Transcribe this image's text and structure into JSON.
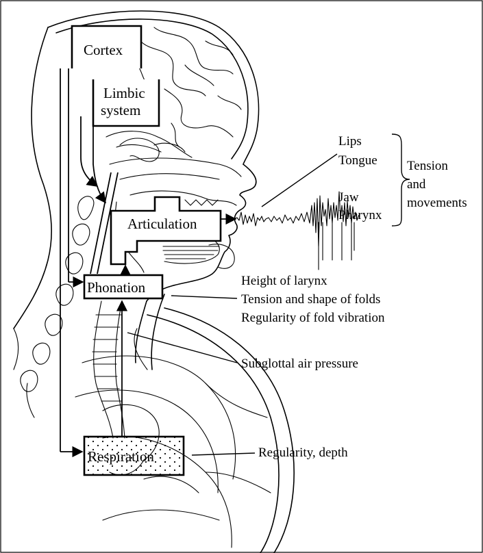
{
  "boxes": {
    "cortex": "Cortex",
    "limbic_line1": "Limbic",
    "limbic_line2": "system",
    "articulation": "Articulation",
    "phonation": "Phonation",
    "respiration": "Respiration"
  },
  "articulation_labels": {
    "lips": "Lips",
    "tongue": "Tongue",
    "jaw": "Jaw",
    "pharynx": "Pharynx"
  },
  "bracket_label": {
    "line1": "Tension",
    "line2": "and",
    "line3": "movements"
  },
  "phonation_labels": {
    "line1": "Height of larynx",
    "line2": "Tension and shape of folds",
    "line3": "Regularity of fold vibration"
  },
  "subglottal_label": "Subglottal air pressure",
  "respiration_label": "Regularity, depth"
}
